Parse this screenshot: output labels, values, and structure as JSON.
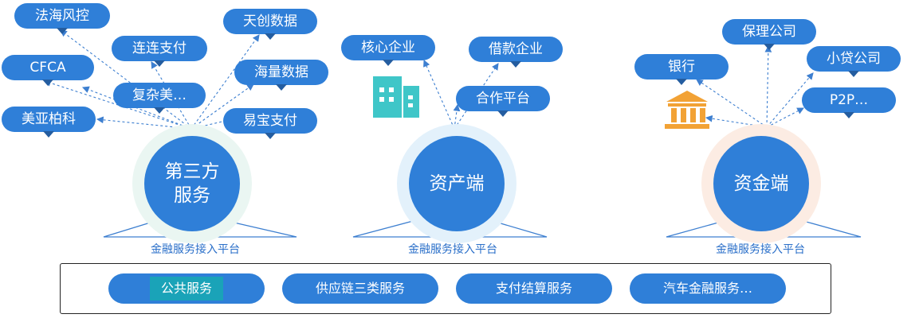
{
  "hubs": {
    "third_party": {
      "label": "第三方\n服务",
      "platform": "金融服务接入平台",
      "partners": [
        "法海风控",
        "连连支付",
        "天创数据",
        "CFCA",
        "海量数据",
        "复杂美…",
        "美亚柏科",
        "易宝支付"
      ]
    },
    "asset": {
      "label": "资产端",
      "platform": "金融服务接入平台",
      "partners": [
        "核心企业",
        "借款企业",
        "合作平台"
      ],
      "icon": "building-icon"
    },
    "funding": {
      "label": "资金端",
      "platform": "金融服务接入平台",
      "partners": [
        "保理公司",
        "银行",
        "小贷公司",
        "P2P…"
      ],
      "icon": "bank-icon"
    }
  },
  "services": [
    "公共服务",
    "供应链三类服务",
    "支付结算服务",
    "汽车金融服务…"
  ],
  "colors": {
    "primary": "#2f7fd8",
    "highlight": "#1aa3b8",
    "icon_teal": "#3fc6c8",
    "icon_orange": "#f2a235",
    "dash": "#3d7fd0",
    "ring_third": "#eaf6f2",
    "ring_asset": "#e3f1fb",
    "ring_funding": "#fcece3"
  }
}
